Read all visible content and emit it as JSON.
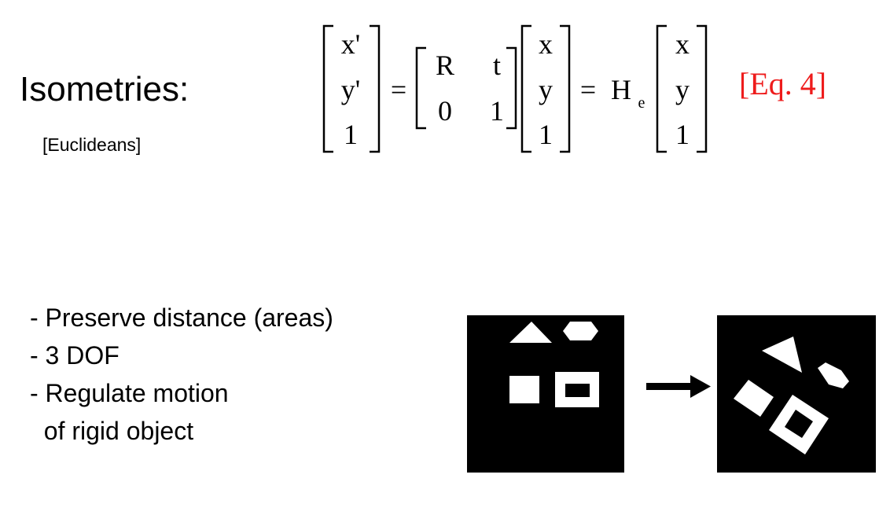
{
  "slide": {
    "title": "Isometries:",
    "subtitle": "[Euclideans]",
    "equation_label": "[Eq. 4]",
    "equation_label_color": "#ee1c1c",
    "equation": {
      "lhs": [
        "x'",
        "y'",
        "1"
      ],
      "matrix": [
        [
          "R",
          "t"
        ],
        [
          "0",
          "1"
        ]
      ],
      "vec1": [
        "x",
        "y",
        "1"
      ],
      "h_symbol": "H",
      "h_subscript": "e",
      "vec2": [
        "x",
        "y",
        "1"
      ],
      "equals": "="
    },
    "bullets": [
      "- Preserve distance (areas)",
      "- 3 DOF",
      "- Regulate motion",
      "  of rigid object"
    ]
  }
}
